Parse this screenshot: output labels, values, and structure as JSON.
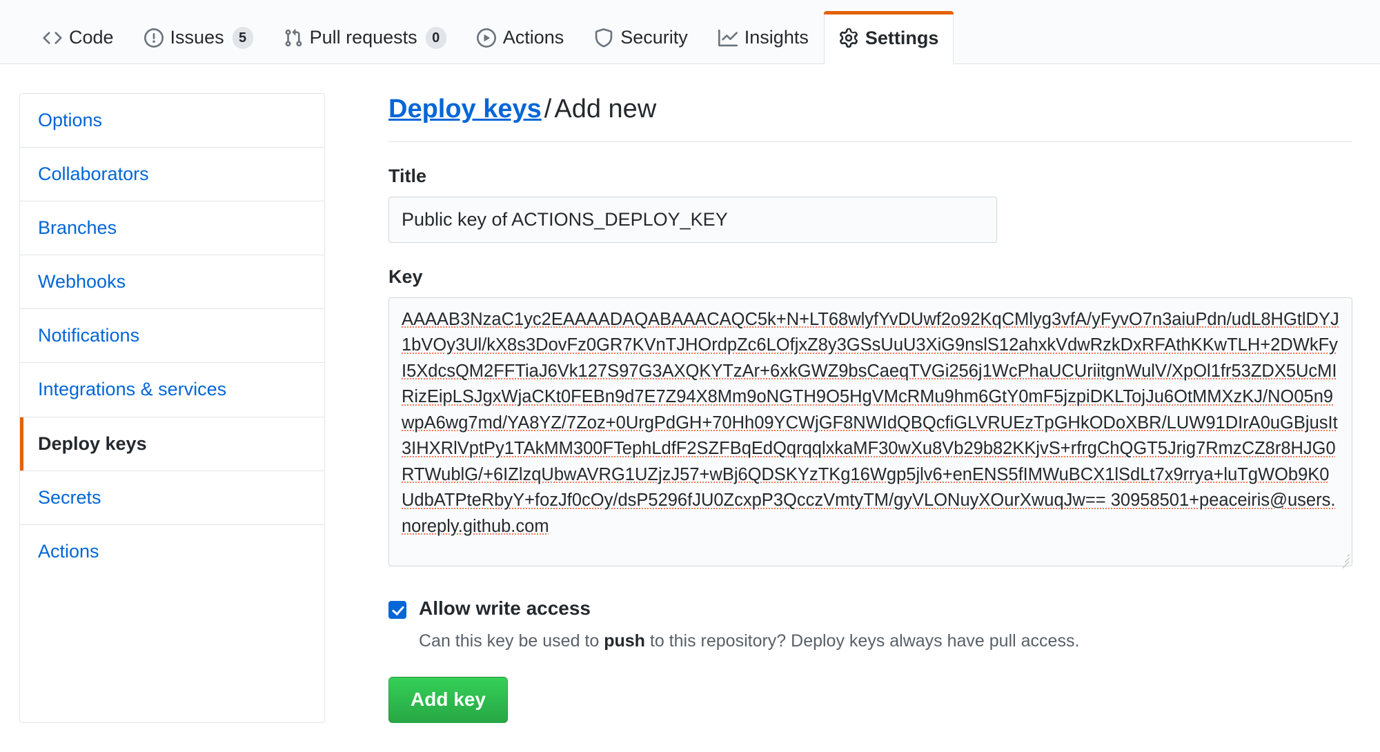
{
  "repo_nav": {
    "tabs": [
      {
        "label": "Code",
        "icon": "code-icon",
        "count": null,
        "active": false
      },
      {
        "label": "Issues",
        "icon": "issue-opened-icon",
        "count": "5",
        "active": false
      },
      {
        "label": "Pull requests",
        "icon": "git-pull-request-icon",
        "count": "0",
        "active": false
      },
      {
        "label": "Actions",
        "icon": "play-icon",
        "count": null,
        "active": false
      },
      {
        "label": "Security",
        "icon": "shield-icon",
        "count": null,
        "active": false
      },
      {
        "label": "Insights",
        "icon": "graph-icon",
        "count": null,
        "active": false
      },
      {
        "label": "Settings",
        "icon": "gear-icon",
        "count": null,
        "active": true
      }
    ]
  },
  "sidebar": {
    "items": [
      {
        "label": "Options",
        "selected": false
      },
      {
        "label": "Collaborators",
        "selected": false
      },
      {
        "label": "Branches",
        "selected": false
      },
      {
        "label": "Webhooks",
        "selected": false
      },
      {
        "label": "Notifications",
        "selected": false
      },
      {
        "label": "Integrations & services",
        "selected": false
      },
      {
        "label": "Deploy keys",
        "selected": true
      },
      {
        "label": "Secrets",
        "selected": false
      },
      {
        "label": "Actions",
        "selected": false
      }
    ]
  },
  "main": {
    "title_link": "Deploy keys",
    "title_separator": "/",
    "title_current": "Add new",
    "title_field": {
      "label": "Title",
      "value": "Public key of ACTIONS_DEPLOY_KEY",
      "placeholder": ""
    },
    "key_field": {
      "label": "Key",
      "value": "AAAAB3NzaC1yc2EAAAADAQABAAACAQC5k+N+LT68wlyfYvDUwf2o92KqCMlyg3vfA/yFyvO7n3aiuPdn/udL8HGtlDYJ1bVOy3Ul/kX8s3DovFz0GR7KVnTJHOrdpZc6LOfjxZ8y3GSsUuU3XiG9nslS12ahxkVdwRzkDxRFAthKKwTLH+2DWkFyI5XdcsQM2FFTiaJ6Vk127S97G3AXQKYTzAr+6xkGWZ9bsCaeqTVGi256j1WcPhaUCUriitgnWulV/XpOl1fr53ZDX5UcMIRizEipLSJgxWjaCKt0FEBn9d7E7Z94X8Mm9oNGTH9O5HgVMcRMu9hm6GtY0mF5jzpiDKLTojJu6OtMMXzKJ/NO05n9wpA6wg7md/YA8YZ/7Zoz+0UrgPdGH+70Hh09YCWjGF8NWIdQBQcfiGLVRUEzTpGHkODoXBR/LUW91DIrA0uGBjusIt3IHXRlVptPy1TAkMM300FTephLdfF2SZFBqEdQqrqqlxkaMF30wXu8Vb29b82KKjvS+rfrgChQGT5Jrig7RmzCZ8r8HJG0RTWublG/+6IZlzqUbwAVRG1UZjzJ57+wBj6QDSKYzTKg16Wgp5jlv6+enENS5fIMWuBCX1lSdLt7x9rrya+luTgWOb9K0UdbATPteRbyY+fozJf0cOy/dsP5296fJU0ZcxpP3QcczVmtyTM/gyVLONuyXOurXwuqJw== 30958501+peaceiris@users.noreply.github.com"
    },
    "write_access": {
      "label": "Allow write access",
      "checked": true,
      "note_before": "Can this key be used to ",
      "note_bold": "push",
      "note_after": " to this repository? Deploy keys always have pull access."
    },
    "submit_label": "Add key"
  },
  "colors": {
    "accent_orange": "#e36209",
    "link_blue": "#0366d6",
    "button_green": "#28a745",
    "spellcheck_red": "#f4775c"
  }
}
